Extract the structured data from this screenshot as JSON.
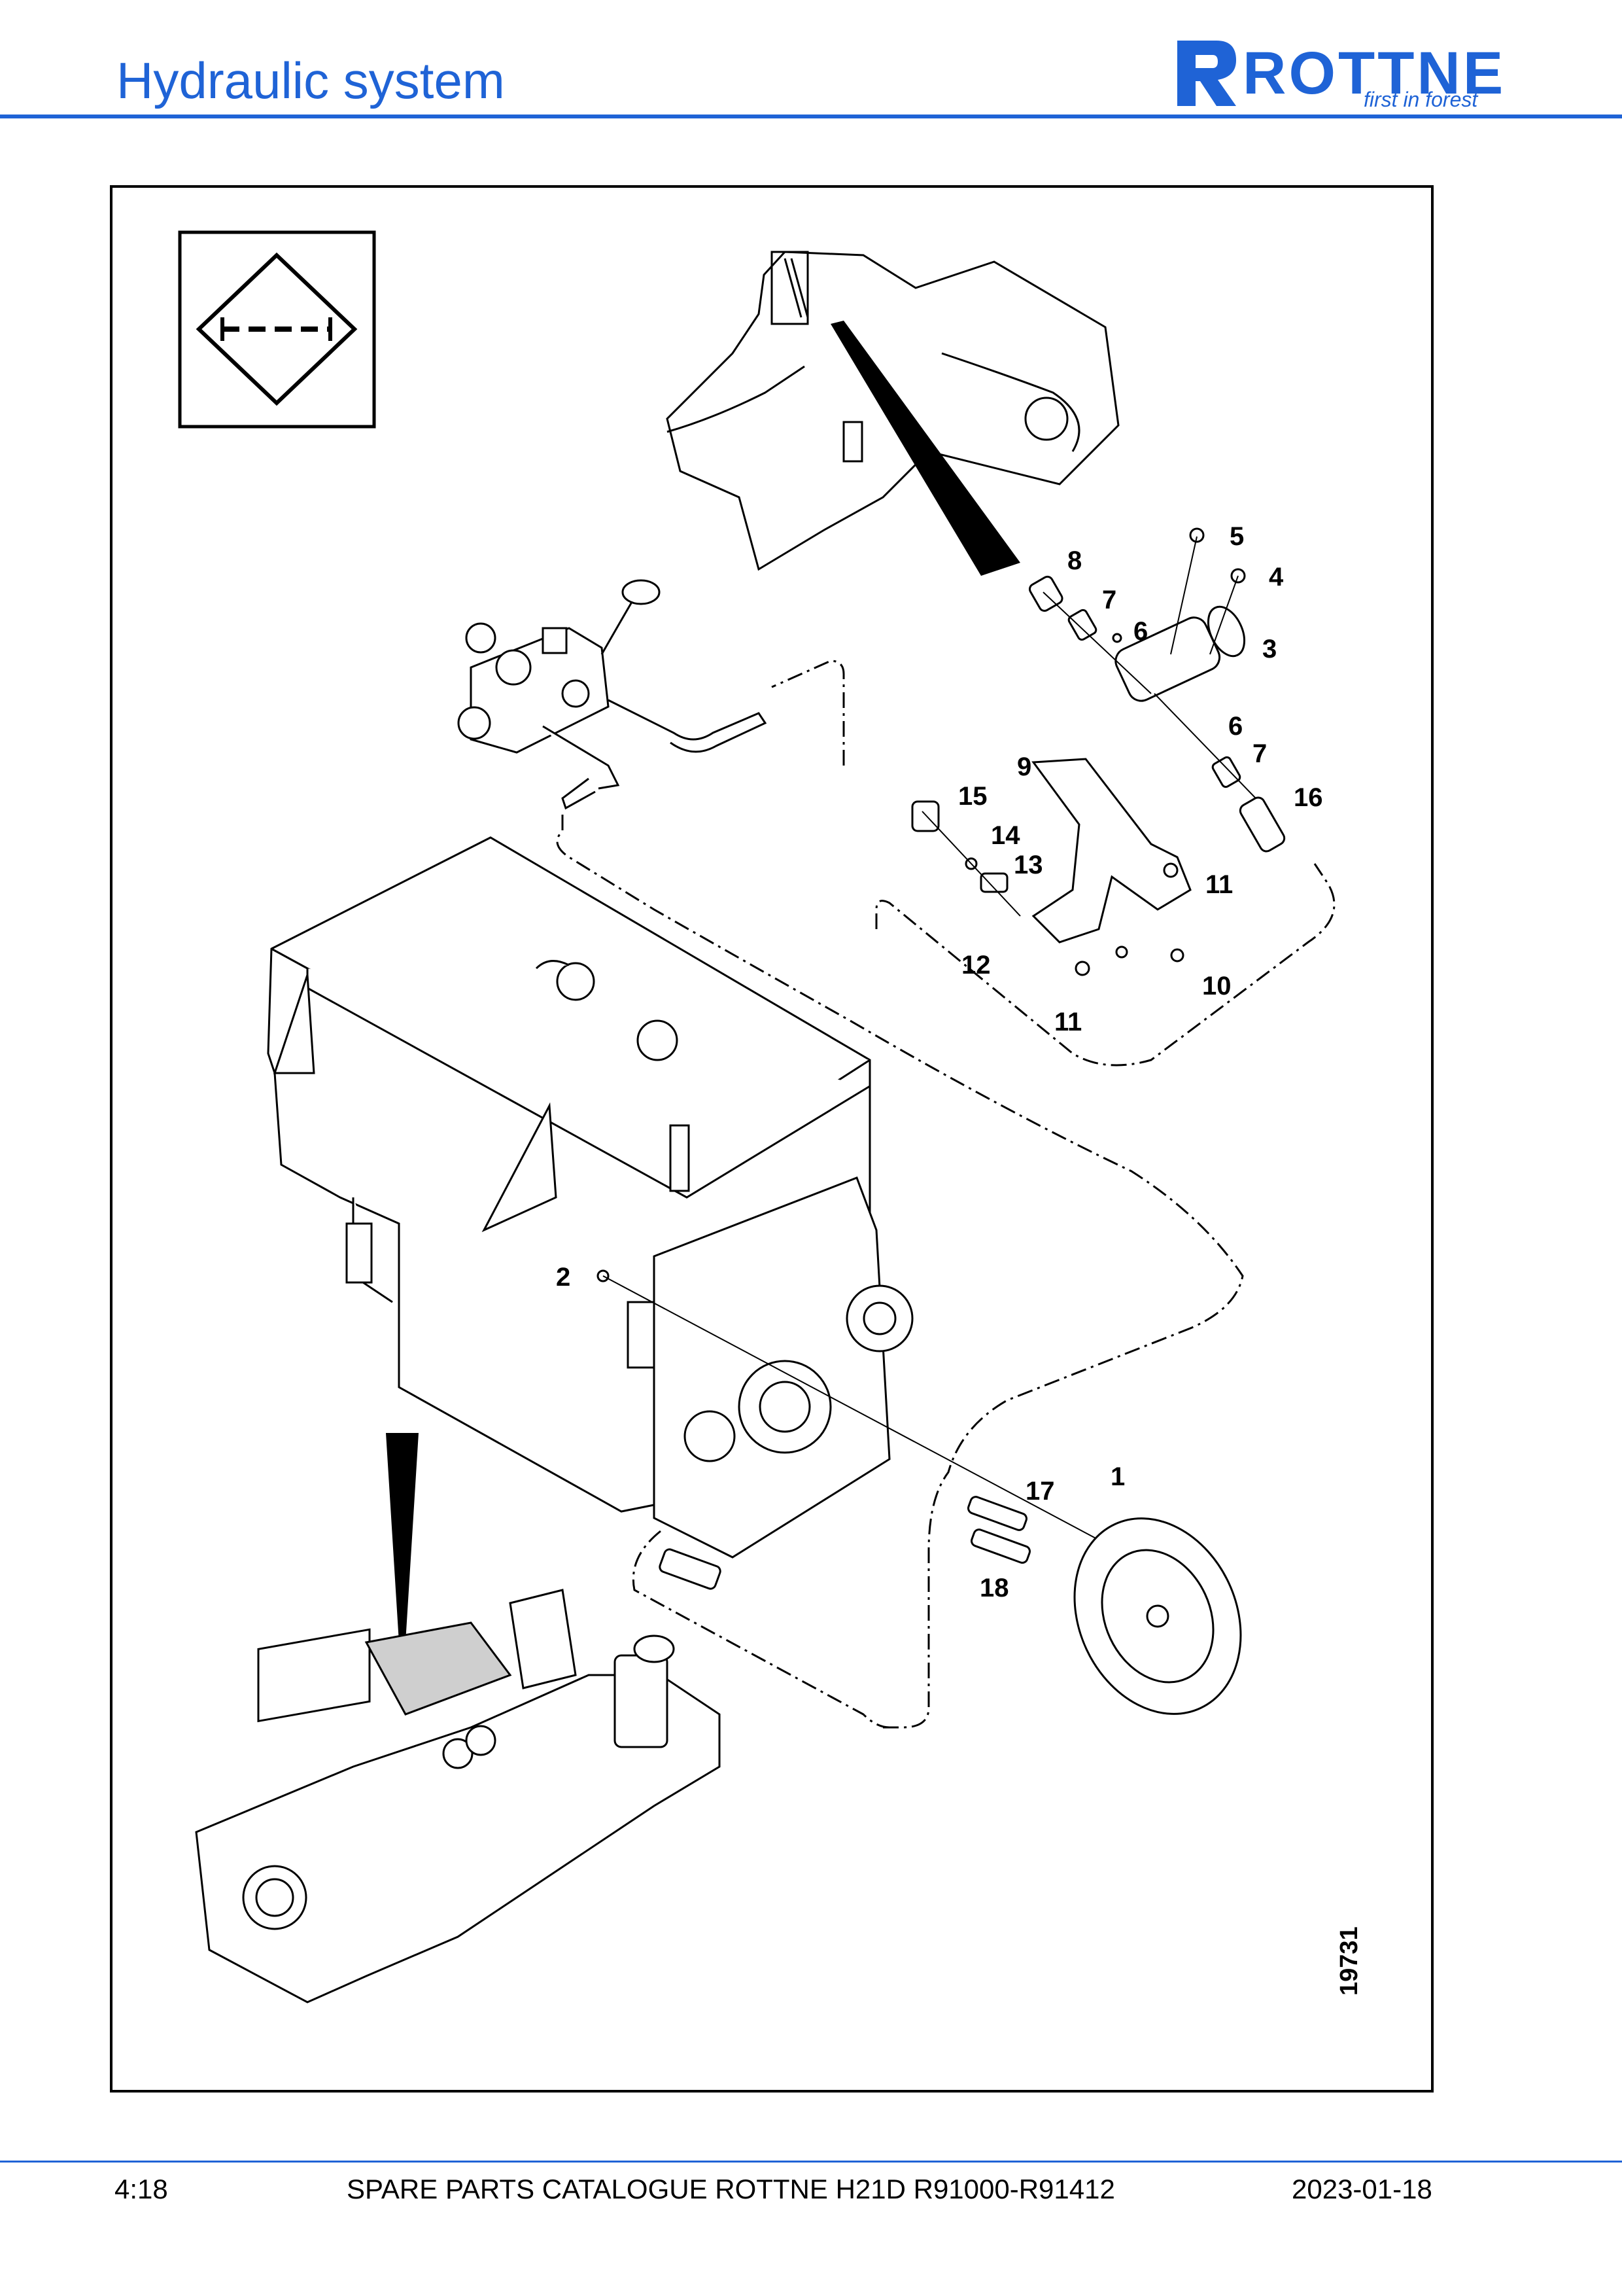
{
  "header": {
    "title": "Hydraulic system",
    "logo_text": "ROTTNE",
    "logo_tagline": "first in forest"
  },
  "diagram": {
    "symbol_icon": "hydraulic-tank-diamond-icon",
    "drawing_number": "19731",
    "callouts": [
      "1",
      "2",
      "3",
      "4",
      "5",
      "6",
      "6",
      "7",
      "7",
      "8",
      "9",
      "10",
      "11",
      "11",
      "12",
      "13",
      "14",
      "15",
      "16",
      "17",
      "18"
    ]
  },
  "footer": {
    "page": "4:18",
    "catalogue": "SPARE PARTS CATALOGUE ROTTNE H21D R91000-R91412",
    "date": "2023-01-18"
  },
  "colors": {
    "brand_blue": "#1f63d6"
  }
}
